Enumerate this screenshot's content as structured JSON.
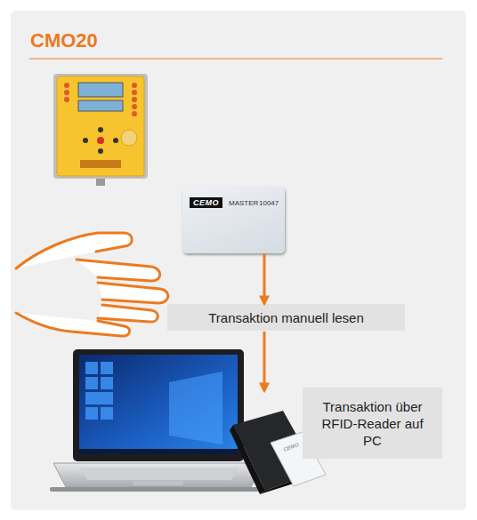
{
  "diagram": {
    "title": "CMO20",
    "nodes": [
      {
        "text": [
          "CEMO",
          "MASTER",
          "10047"
        ]
      },
      {
        "text": [
          "Transaktion manuell lesen"
        ]
      },
      {
        "text": [
          "Transaktion über RFID-Reader auf PC"
        ]
      }
    ],
    "edges": [
      {
        "from": 0,
        "to": 1,
        "arrow": "to"
      }
    ],
    "labels": [
      "CEMO"
    ]
  }
}
